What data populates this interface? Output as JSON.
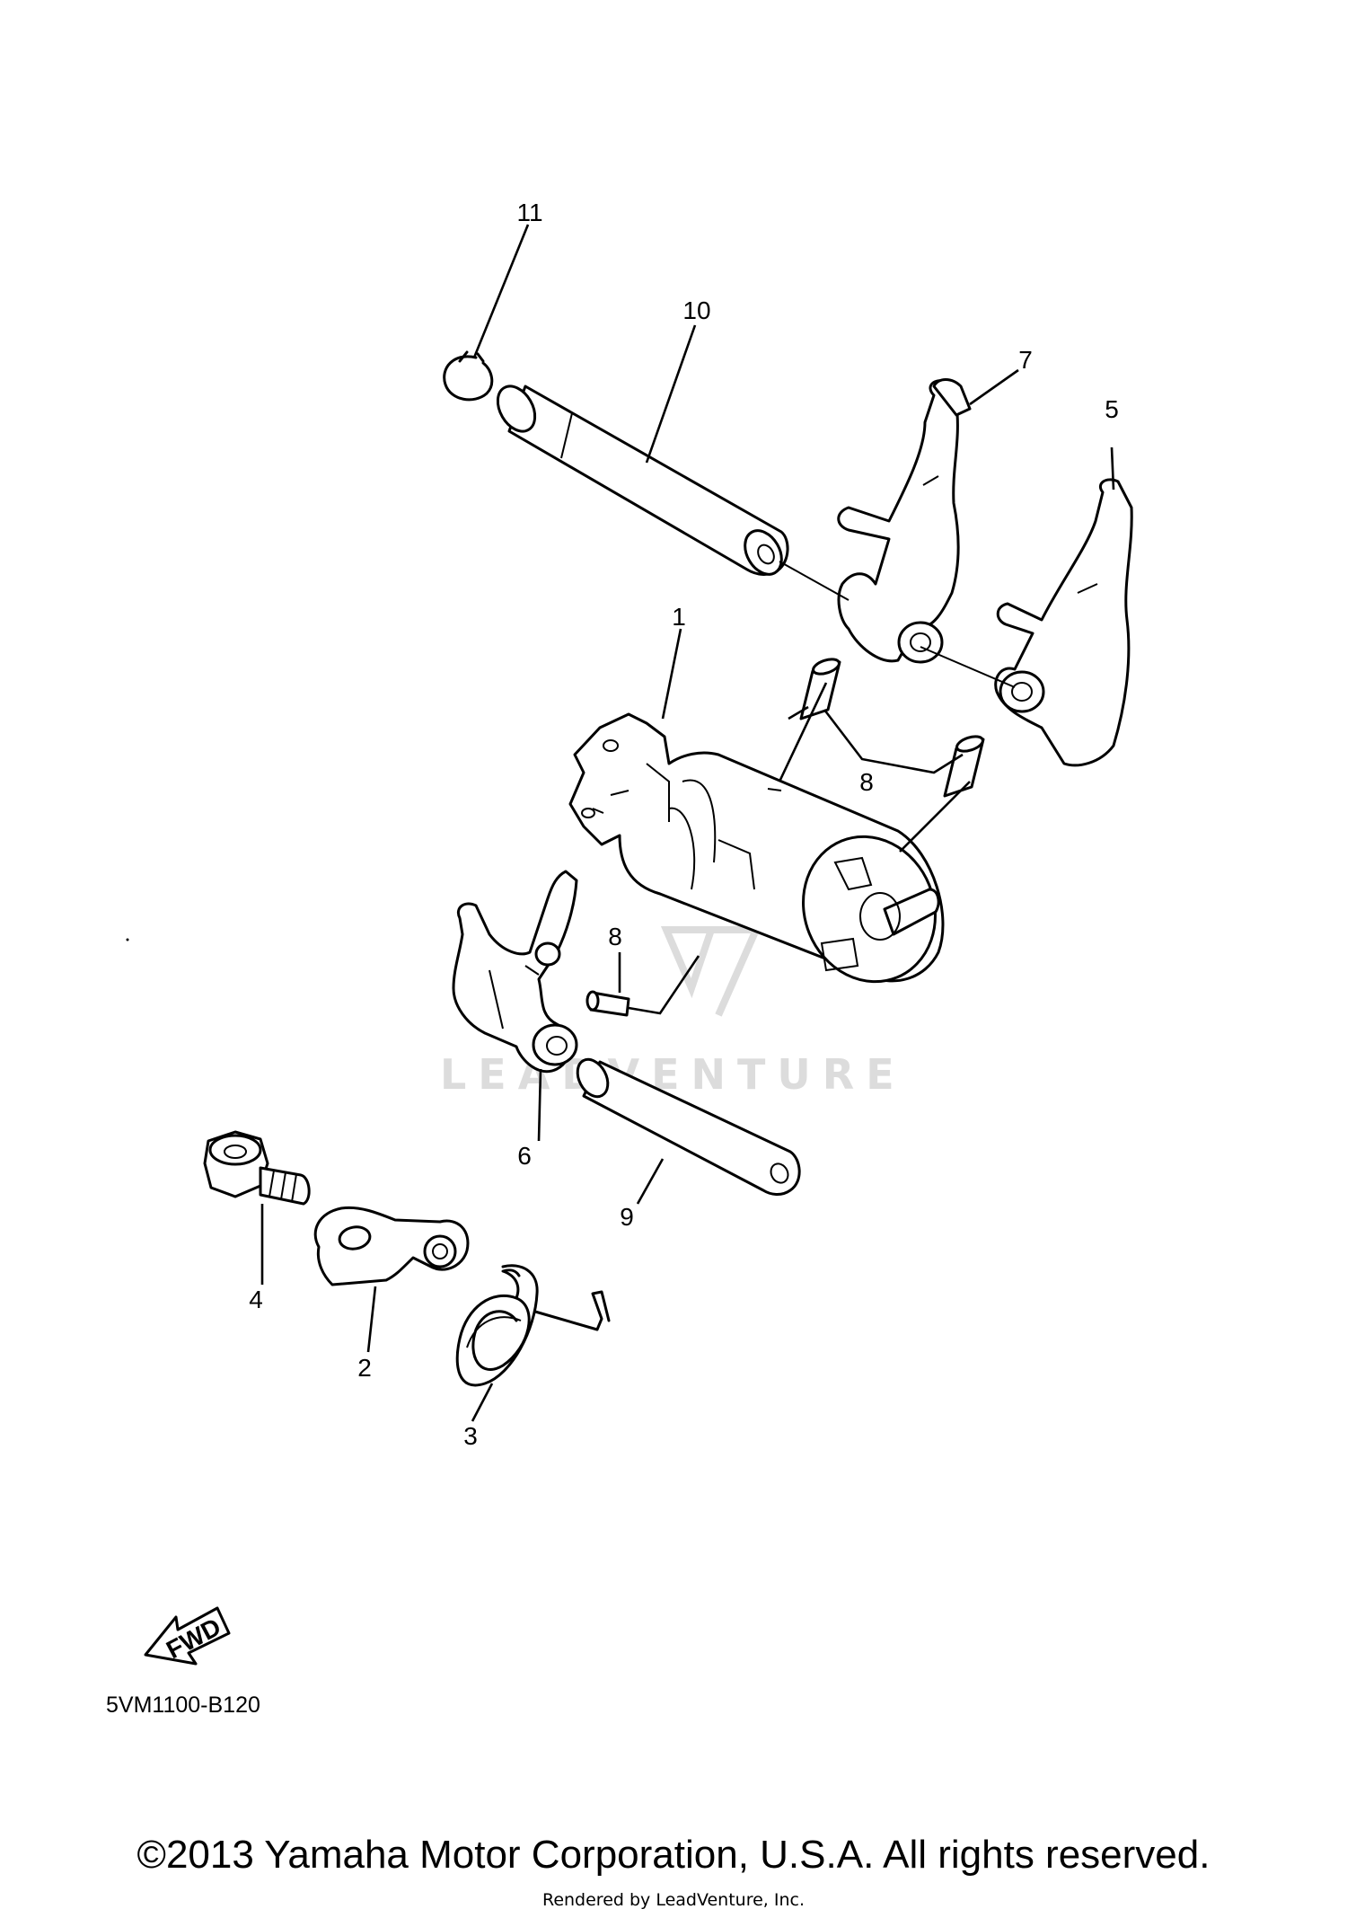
{
  "callouts": {
    "c1": "1",
    "c2": "2",
    "c3": "3",
    "c4": "4",
    "c5": "5",
    "c6": "6",
    "c7": "7",
    "c8a": "8",
    "c8b": "8",
    "c9": "9",
    "c10": "10",
    "c11": "11"
  },
  "fwd_arrow_label": "FWD",
  "diagram_code": "5VM1100-B120",
  "watermark": "LEADVENTURE",
  "copyright": "©2013 Yamaha Motor Corporation, U.S.A. All rights reserved.",
  "rendered_by": "Rendered by LeadVenture, Inc."
}
